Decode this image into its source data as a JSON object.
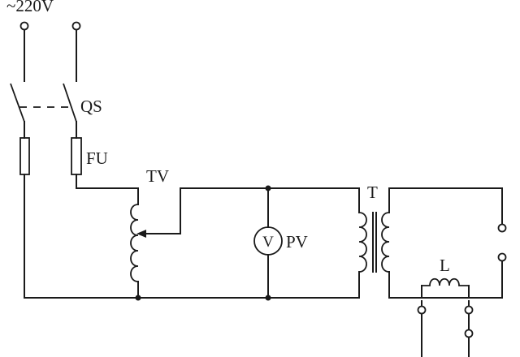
{
  "diagram": {
    "supply_label": "~220V",
    "switch_label": "QS",
    "fuse_label": "FU",
    "regulator_label": "TV",
    "voltmeter_symbol": "V",
    "voltmeter_label": "PV",
    "transformer_label": "T",
    "load_label": "L"
  }
}
